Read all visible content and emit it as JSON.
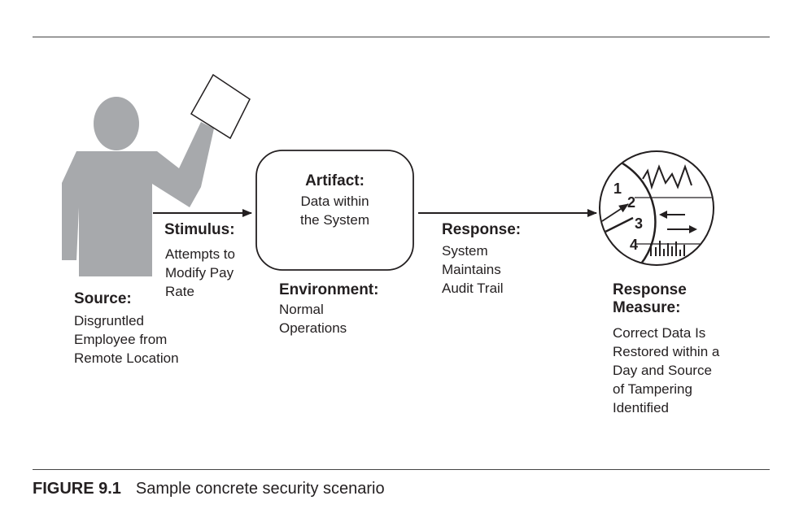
{
  "source": {
    "head": "Source:",
    "lines": [
      "Disgruntled",
      "Employee from",
      "Remote Location"
    ]
  },
  "stimulus": {
    "head": "Stimulus:",
    "lines": [
      "Attempts to",
      "Modify Pay",
      "Rate"
    ]
  },
  "artifact": {
    "head": "Artifact:",
    "lines": [
      "Data within",
      "the System"
    ]
  },
  "environment": {
    "head": "Environment:",
    "lines": [
      "Normal",
      "Operations"
    ]
  },
  "response": {
    "head": "Response:",
    "lines": [
      "System",
      "Maintains",
      "Audit Trail"
    ]
  },
  "response_measure": {
    "head_lines": [
      "Response",
      "Measure:"
    ],
    "lines": [
      "Correct Data Is",
      "Restored within a",
      "Day and Source",
      "of Tampering",
      "Identified"
    ]
  },
  "dial_numbers": [
    "1",
    "2",
    "3",
    "4"
  ],
  "caption": {
    "number": "FIGURE 9.1",
    "text": "Sample concrete security scenario"
  },
  "colors": {
    "figure_gray": "#a7a9ac",
    "ink": "#231f20"
  }
}
